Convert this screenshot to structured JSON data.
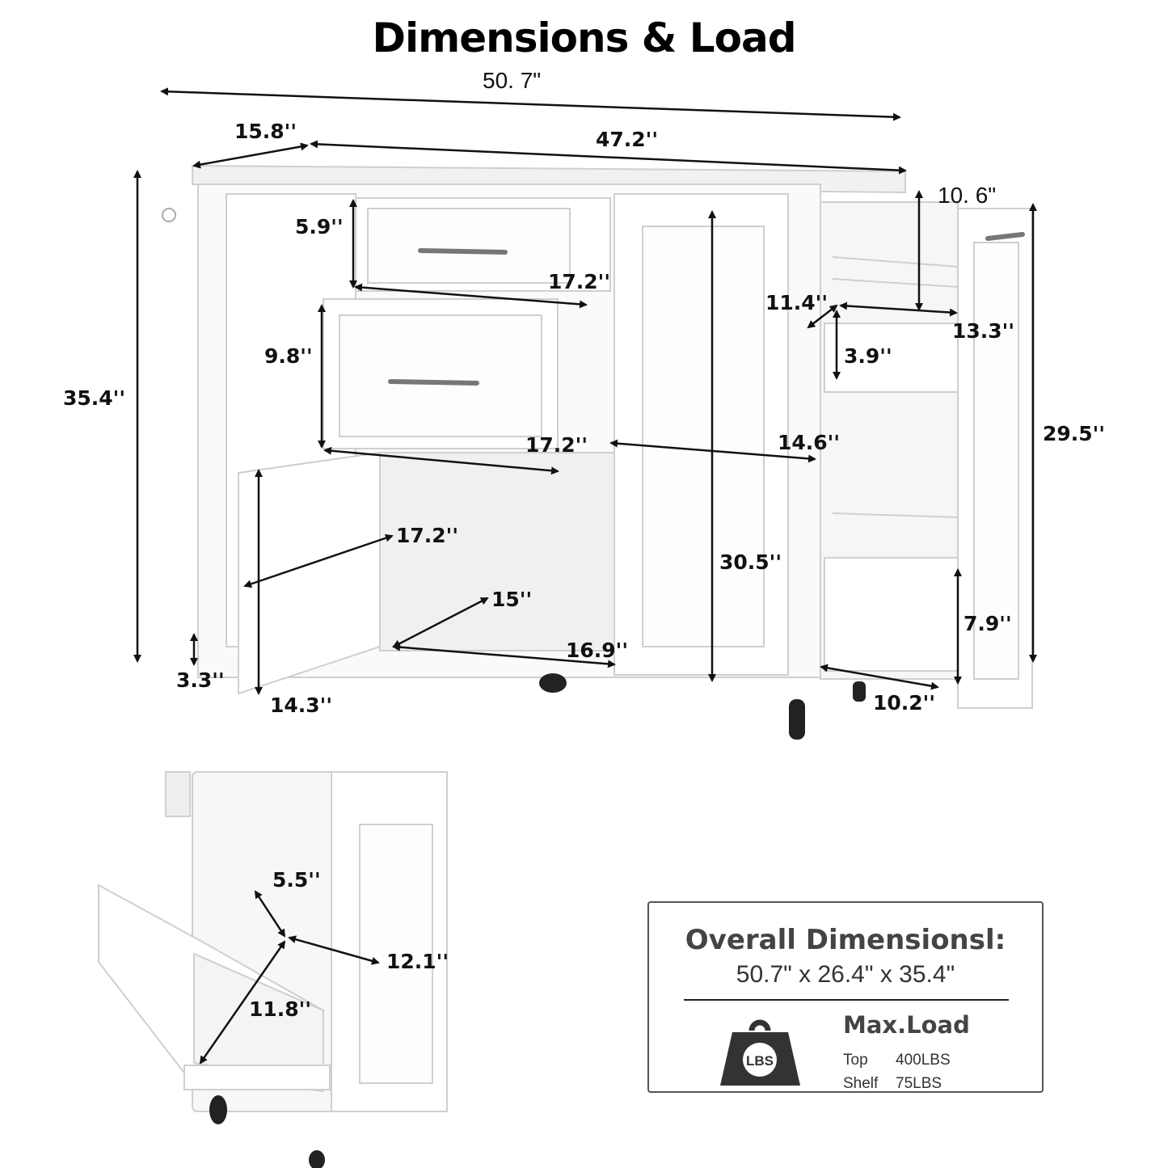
{
  "title": "Dimensions & Load",
  "dimensions": {
    "overall_width": "50. 7\"",
    "depth_side": "15.8''",
    "top_width": "47.2''",
    "side_cabinet_height": "10. 6\"",
    "total_height": "35.4''",
    "drawer1_height": "5.9''",
    "drawer1_width": "17.2''",
    "drawer2_height": "9.8''",
    "drawer2_width": "17.2''",
    "spice_rack_depth": "11.4''",
    "spice_rack_width": "13.3''",
    "spice_rack_shelf_height": "3.9''",
    "pullout_height": "29.5''",
    "middle_width": "14.6''",
    "cabinet_inner_width": "17.2''",
    "cabinet_inner_depth": "15''",
    "door_cabinet_height": "30.5''",
    "bottom_shelf_height": "7.9''",
    "leg_clearance": "3.3''",
    "door_width": "14.3''",
    "cabinet_bottom_width": "16.9''",
    "pullout_bottom_width": "10.2''",
    "trash_top_depth": "5.5''",
    "trash_width": "12.1''",
    "trash_height": "11.8''"
  },
  "infobox": {
    "heading": "Overall Dimensionsl:",
    "overall": "50.7\" x 26.4\" x 35.4\"",
    "load_heading": "Max.Load",
    "weight_icon_text": "LBS",
    "rows": [
      {
        "label": "Top",
        "value": "400LBS"
      },
      {
        "label": "Shelf",
        "value": "75LBS"
      }
    ]
  }
}
